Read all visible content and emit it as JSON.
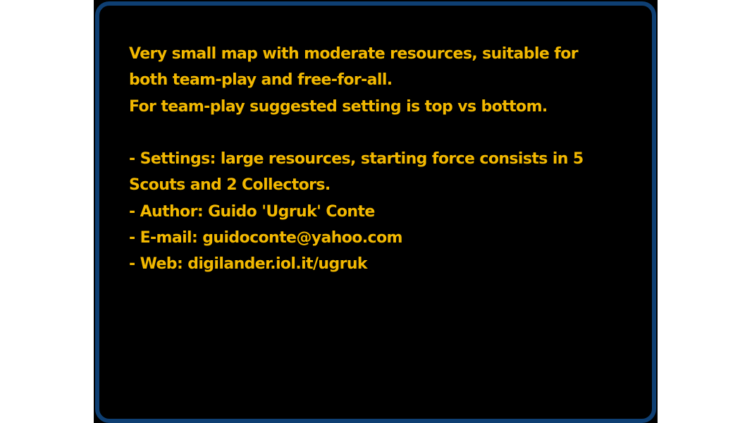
{
  "briefing": {
    "lines": [
      "Very small map with moderate resources, suitable for",
      "both team-play and free-for-all.",
      "For team-play suggested setting is top vs bottom.",
      "",
      "- Settings: large resources, starting force consists in 5",
      "Scouts and 2 Collectors.",
      "- Author: Guido 'Ugruk' Conte",
      "- E-mail: guidoconte@yahoo.com",
      "- Web: digilander.iol.it/ugruk"
    ]
  },
  "colors": {
    "text": "#f2b800",
    "border": "#0e3f73",
    "background": "#000000"
  }
}
